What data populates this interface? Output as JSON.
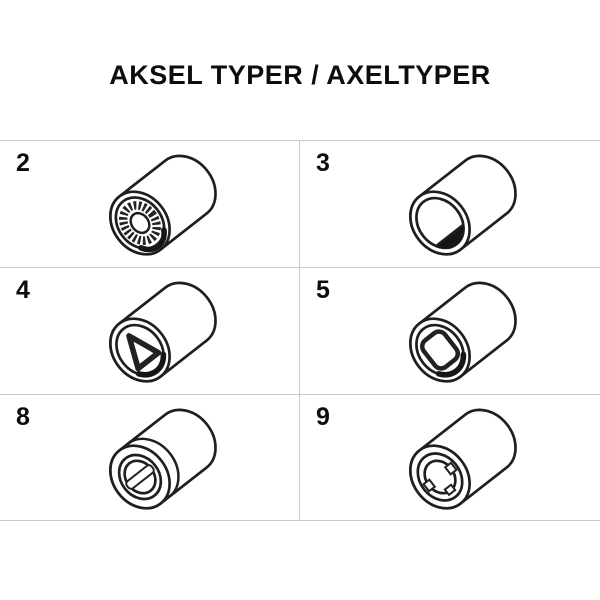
{
  "title": "AKSEL TYPER / AXELTYPER",
  "cells": [
    {
      "number": "2",
      "bore": "splined-bore-icon"
    },
    {
      "number": "3",
      "bore": "d-profile-bore-icon"
    },
    {
      "number": "4",
      "bore": "triangle-bore-icon"
    },
    {
      "number": "5",
      "bore": "square-bore-icon"
    },
    {
      "number": "8",
      "bore": "slotted-bore-icon"
    },
    {
      "number": "9",
      "bore": "notched-round-bore-icon"
    }
  ],
  "colors": {
    "background": "#ffffff",
    "line": "#1f1f1f",
    "grid_line": "#c9c9c9",
    "shade": "#161616"
  }
}
